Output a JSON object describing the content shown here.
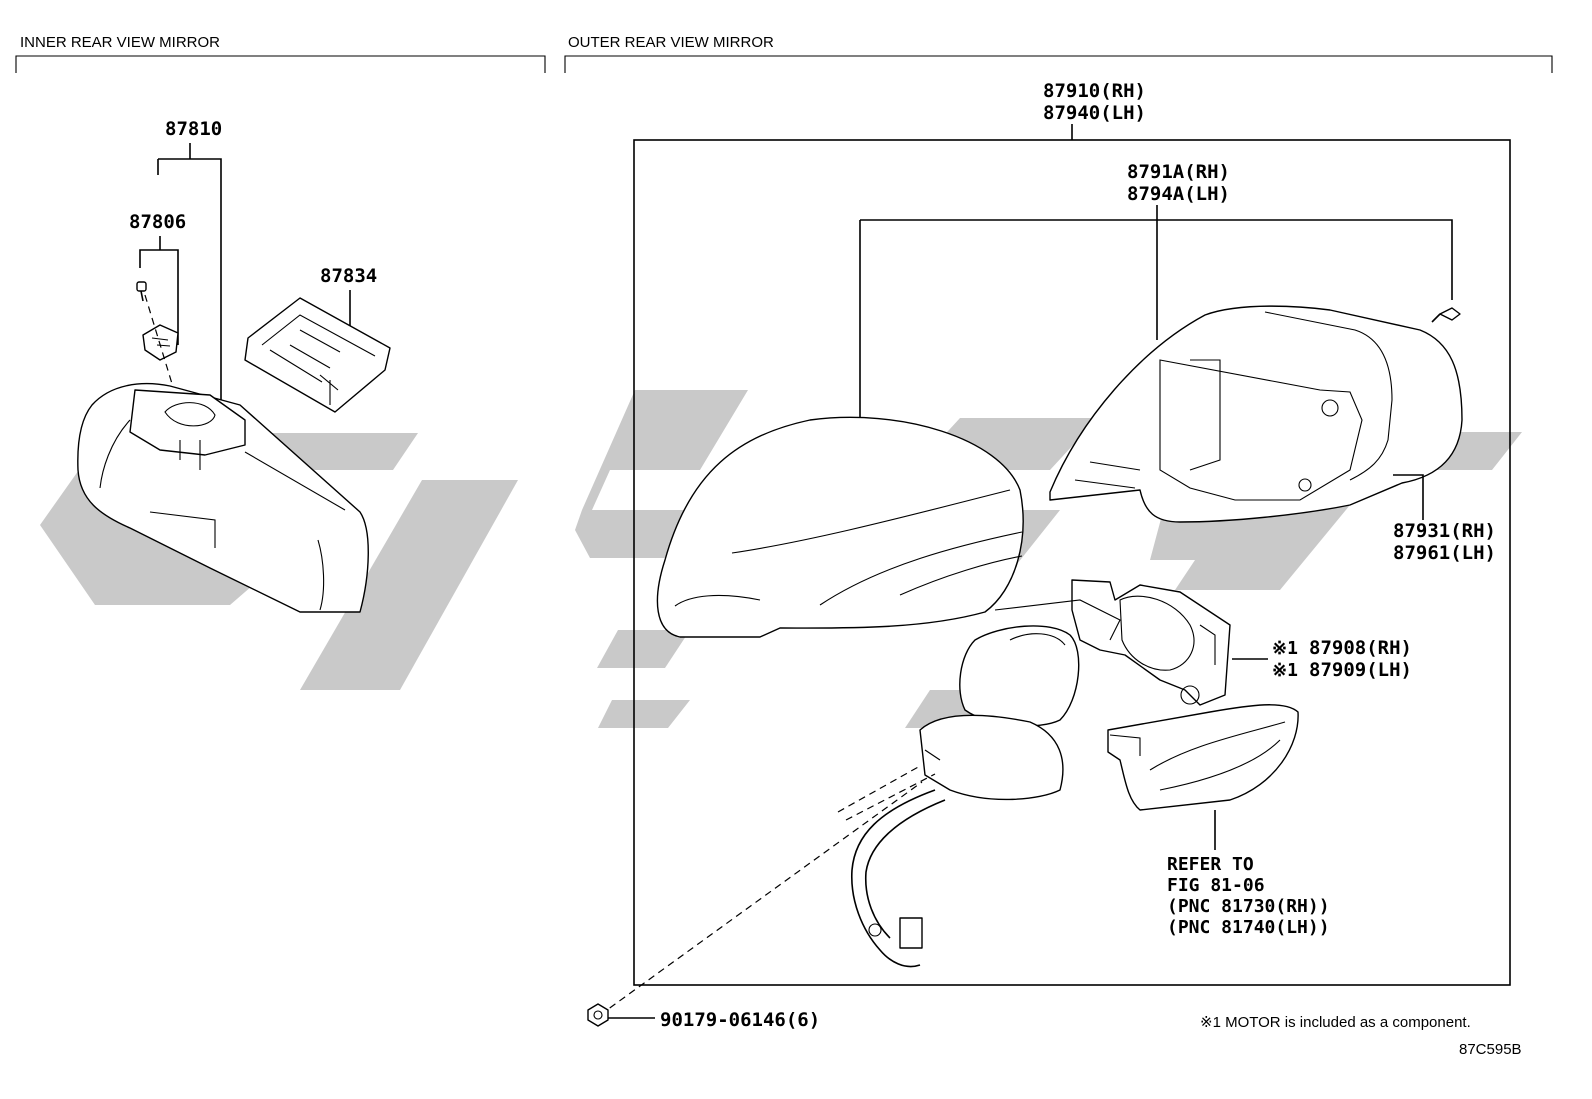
{
  "sections": {
    "inner": {
      "title": "INNER REAR VIEW MIRROR"
    },
    "outer": {
      "title": "OUTER REAR VIEW MIRROR"
    }
  },
  "parts": {
    "p87810": "87810",
    "p87806": "87806",
    "p87834": "87834",
    "p87910_rh": "87910(RH)",
    "p87940_lh": "87940(LH)",
    "p8791a_rh": "8791A(RH)",
    "p8794a_lh": "8794A(LH)",
    "p87931_rh": "87931(RH)",
    "p87961_lh": "87961(LH)",
    "p87908_mark": "※1",
    "p87908_rh": "87908(RH)",
    "p87909_mark": "※1",
    "p87909_lh": "87909(LH)",
    "p90179": "90179-06146(6)"
  },
  "reference": {
    "line1": "REFER TO",
    "line2": "FIG 81-06",
    "line3": "(PNC 81730(RH))",
    "line4": "(PNC 81740(LH))"
  },
  "footnote": "※1 MOTOR is included as a component.",
  "figure_code": "87C595B"
}
